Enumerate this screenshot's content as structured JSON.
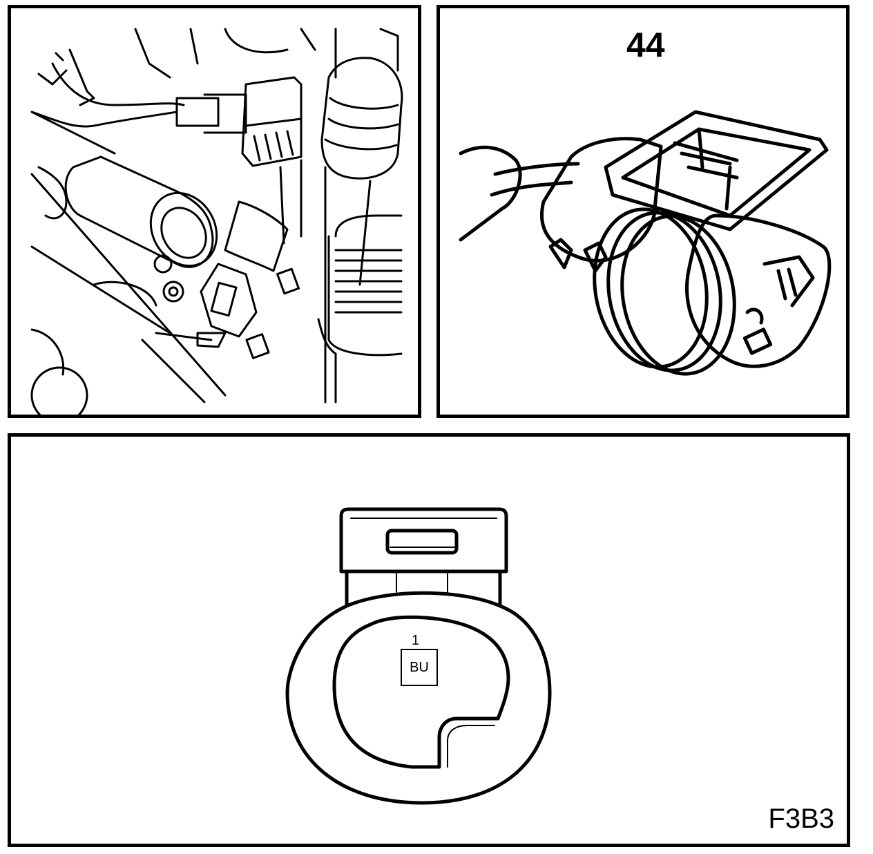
{
  "panels": {
    "connector_view": {
      "number_label": "44"
    },
    "pinout_view": {
      "pin": {
        "number": "1",
        "color_code": "BU"
      },
      "figure_code": "F3B3"
    }
  },
  "colors": {
    "line": "#000000",
    "background": "#ffffff"
  }
}
